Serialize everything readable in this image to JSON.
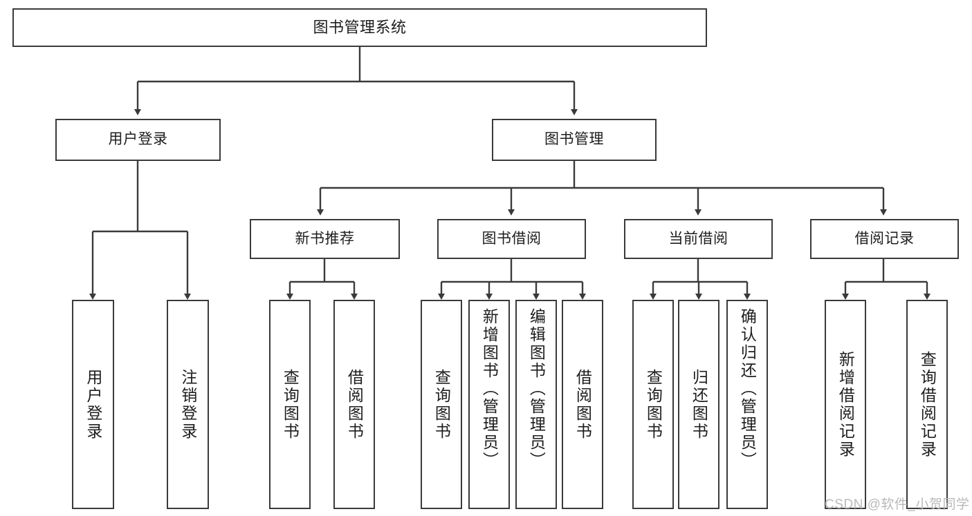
{
  "diagram": {
    "title": "图书管理系统",
    "type": "功能结构图",
    "stroke_color": "#3a3a3a",
    "text_color": "#1d1d1d",
    "background_color": "#ffffff",
    "watermark": "CSDN @软件_小贺同学",
    "watermark_color": "#b9b9b9"
  },
  "nodes": {
    "root": {
      "label": "图书管理系统",
      "level": 0
    },
    "level1": [
      {
        "id": "user-login",
        "label": "用户登录"
      },
      {
        "id": "book-manage",
        "label": "图书管理"
      }
    ],
    "level2": [
      {
        "id": "new-book-recommend",
        "label": "新书推荐",
        "parent": "book-manage"
      },
      {
        "id": "book-borrow",
        "label": "图书借阅",
        "parent": "book-manage"
      },
      {
        "id": "current-borrow",
        "label": "当前借阅",
        "parent": "book-manage"
      },
      {
        "id": "borrow-record",
        "label": "借阅记录",
        "parent": "book-manage"
      }
    ],
    "leaves": [
      {
        "id": "leaf-user-login",
        "label": "用户登录",
        "parent": "user-login"
      },
      {
        "id": "leaf-user-logout",
        "label": "注销登录",
        "parent": "user-login"
      },
      {
        "id": "leaf-query-book-1",
        "label": "查询图书",
        "parent": "new-book-recommend"
      },
      {
        "id": "leaf-borrow-book-1",
        "label": "借阅图书",
        "parent": "new-book-recommend"
      },
      {
        "id": "leaf-query-book-2",
        "label": "查询图书",
        "parent": "book-borrow"
      },
      {
        "id": "leaf-add-book",
        "label": "新增图书（管理员）",
        "parent": "book-borrow"
      },
      {
        "id": "leaf-edit-book",
        "label": "编辑图书（管理员）",
        "parent": "book-borrow"
      },
      {
        "id": "leaf-borrow-book-2",
        "label": "借阅图书",
        "parent": "book-borrow"
      },
      {
        "id": "leaf-query-book-3",
        "label": "查询图书",
        "parent": "current-borrow"
      },
      {
        "id": "leaf-return-book",
        "label": "归还图书",
        "parent": "current-borrow"
      },
      {
        "id": "leaf-confirm-return",
        "label": "确认归还（管理员）",
        "parent": "current-borrow"
      },
      {
        "id": "leaf-add-record",
        "label": "新增借阅记录",
        "parent": "borrow-record"
      },
      {
        "id": "leaf-query-record",
        "label": "查询借阅记录",
        "parent": "borrow-record"
      }
    ]
  }
}
